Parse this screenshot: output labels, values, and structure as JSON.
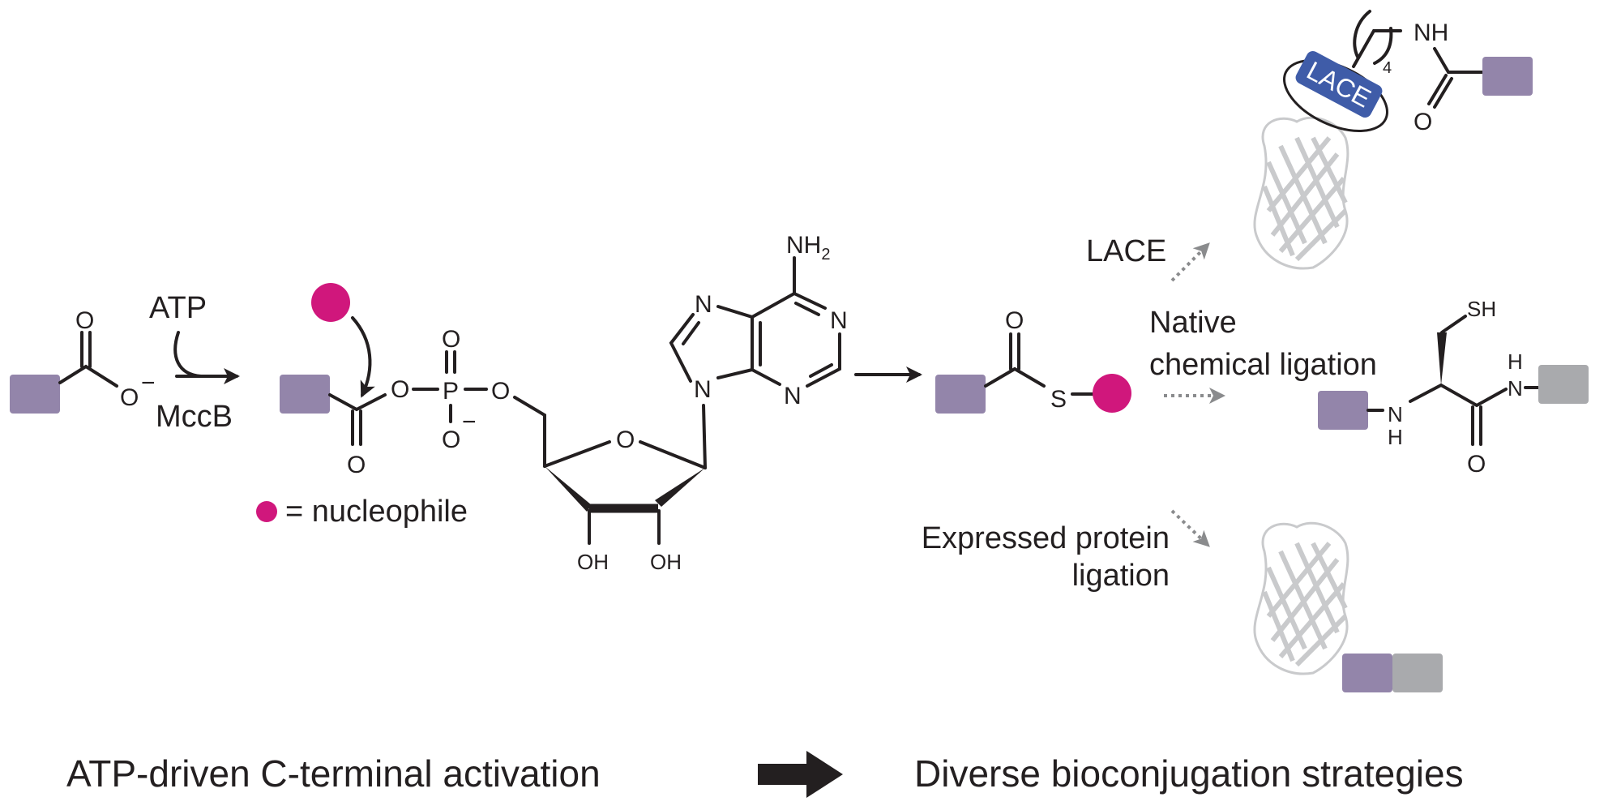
{
  "colors": {
    "peptide": "#9385aa",
    "peptide2": "#a9aaad",
    "nucleophile": "#d0177c",
    "lace_tag": "#3f5ca8",
    "ink": "#231f20",
    "protein": "#c9cacc",
    "dotted_arrow": "#8a8b8d"
  },
  "step1": {
    "reagent_top": "ATP",
    "reagent_bottom": "MccB",
    "atoms": {
      "carbonyl_o": "O",
      "carboxylate_o": "O",
      "charge": "−"
    }
  },
  "intermediate": {
    "atoms": {
      "acyl_o": "O",
      "carbonyl_o": "O",
      "p": "P",
      "p_o_top": "O",
      "p_o_bottom": "O",
      "p_charge": "−",
      "ester_o": "O",
      "ring_o": "O",
      "oh_left": "OH",
      "oh_right": "OH",
      "n7": "N",
      "n9": "N",
      "n1": "N",
      "n3": "N",
      "nh2": "NH",
      "nh2_sub": "2"
    },
    "legend_text": "= nucleophile"
  },
  "thioester": {
    "atoms": {
      "o": "O",
      "s": "S"
    }
  },
  "routes": [
    {
      "label": "LACE"
    },
    {
      "label_line1": "Native",
      "label_line2": "chemical ligation"
    },
    {
      "label_line1": "Expressed protein",
      "label_line2": "ligation"
    }
  ],
  "lace_product": {
    "tag_text": "LACE",
    "repeat_subscript": "4",
    "atoms": {
      "nh": "NH",
      "o": "O"
    }
  },
  "ncl_product": {
    "atoms": {
      "sh": "SH",
      "n_left": "N",
      "h_left": "H",
      "n_right": "N",
      "h_right": "H",
      "o": "O"
    }
  },
  "captions": {
    "left": "ATP-driven C-terminal activation",
    "right": "Diverse bioconjugation strategies"
  }
}
